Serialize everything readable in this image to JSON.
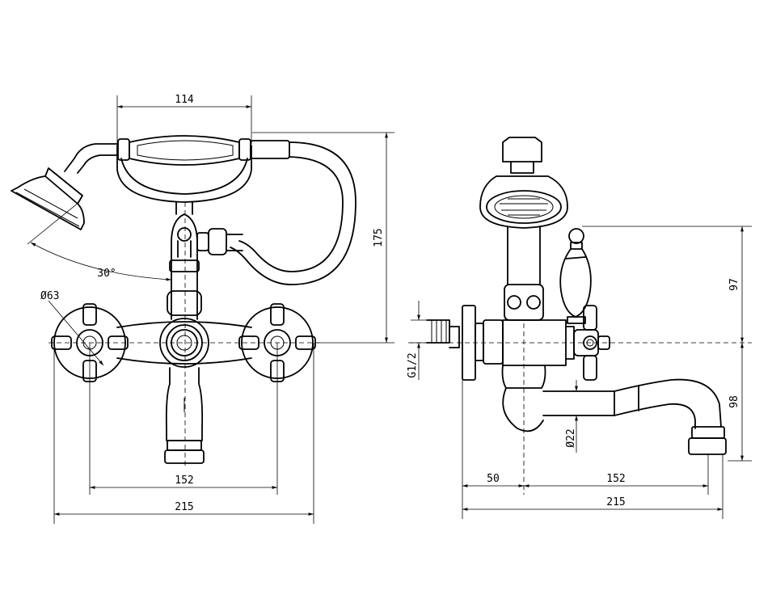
{
  "front_view": {
    "dim_handshower_width": "114",
    "dim_height": "175",
    "dim_angle": "30°",
    "dim_handle_diameter": "Ø63",
    "dim_centers": "152",
    "dim_overall_width": "215"
  },
  "side_view": {
    "dim_handle_height": "97",
    "dim_spout_drop": "98",
    "dim_thread": "G1/2",
    "dim_spout_diameter": "Ø22",
    "dim_wall_offset": "50",
    "dim_spout_reach": "152",
    "dim_overall_depth": "215"
  }
}
